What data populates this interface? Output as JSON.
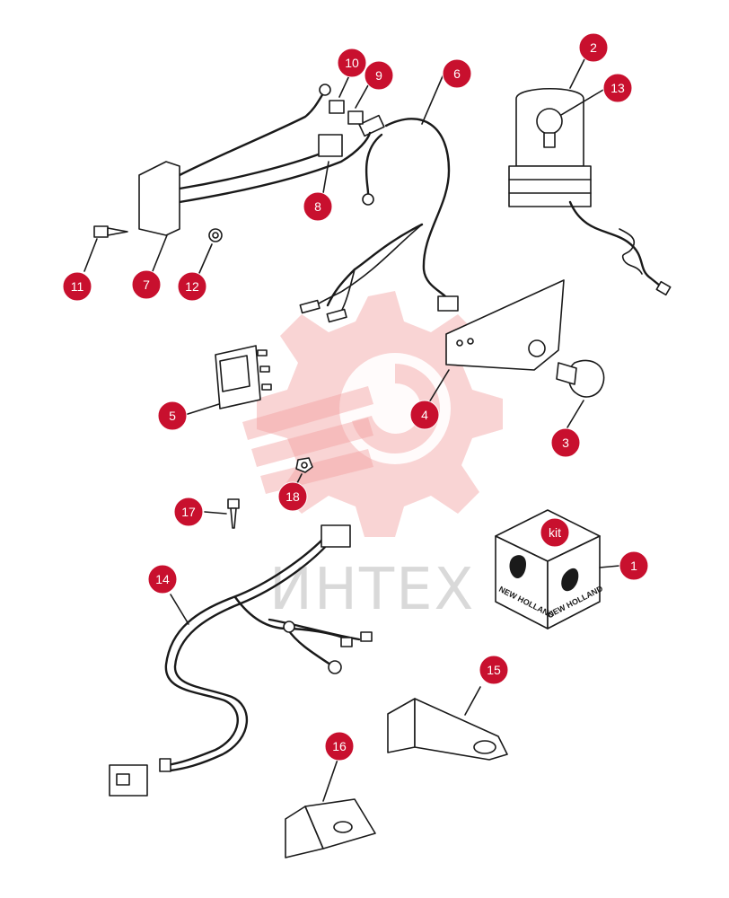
{
  "watermark": {
    "text": "ИНТЕХ"
  },
  "callouts": [
    {
      "id": "1",
      "label": "1"
    },
    {
      "id": "2",
      "label": "2"
    },
    {
      "id": "3",
      "label": "3"
    },
    {
      "id": "4",
      "label": "4"
    },
    {
      "id": "5",
      "label": "5"
    },
    {
      "id": "6",
      "label": "6"
    },
    {
      "id": "7",
      "label": "7"
    },
    {
      "id": "8",
      "label": "8"
    },
    {
      "id": "9",
      "label": "9"
    },
    {
      "id": "10",
      "label": "10"
    },
    {
      "id": "11",
      "label": "11"
    },
    {
      "id": "12",
      "label": "12"
    },
    {
      "id": "13",
      "label": "13"
    },
    {
      "id": "14",
      "label": "14"
    },
    {
      "id": "15",
      "label": "15"
    },
    {
      "id": "16",
      "label": "16"
    },
    {
      "id": "17",
      "label": "17"
    },
    {
      "id": "18",
      "label": "18"
    },
    {
      "id": "kit",
      "label": "kit"
    }
  ],
  "kit_box": {
    "brand_left": "NEW HOLLAND",
    "brand_right": "NEW HOLLAND"
  },
  "colors": {
    "badge": "#c8102e",
    "watermark": "#f2a0a0",
    "line": "#1a1a1a"
  }
}
